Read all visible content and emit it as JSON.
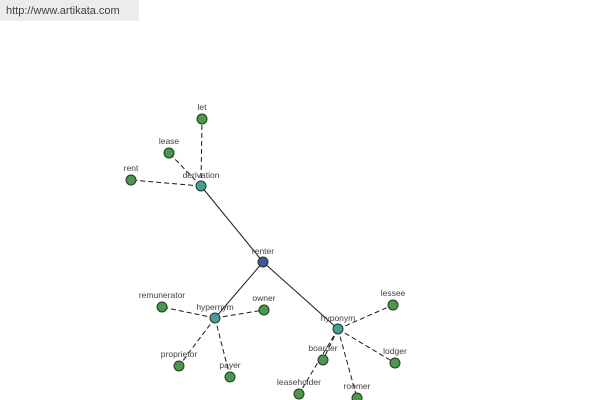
{
  "header": {
    "url": "http://www.artikata.com"
  },
  "colors": {
    "root": "#3f5797",
    "relation": "#4a9a9a",
    "word": "#4e9550"
  },
  "diagram": {
    "nodes": [
      {
        "id": "renter",
        "label": "renter",
        "kind": "root"
      },
      {
        "id": "derivation",
        "label": "derivation",
        "kind": "relation"
      },
      {
        "id": "hypernym",
        "label": "hypernym",
        "kind": "relation"
      },
      {
        "id": "hyponym",
        "label": "hyponym",
        "kind": "relation"
      },
      {
        "id": "let",
        "label": "let",
        "kind": "word"
      },
      {
        "id": "lease",
        "label": "lease",
        "kind": "word"
      },
      {
        "id": "rent",
        "label": "rent",
        "kind": "word"
      },
      {
        "id": "remunerator",
        "label": "remunerator",
        "kind": "word"
      },
      {
        "id": "owner",
        "label": "owner",
        "kind": "word"
      },
      {
        "id": "proprietor",
        "label": "proprietor",
        "kind": "word"
      },
      {
        "id": "payer",
        "label": "payer",
        "kind": "word"
      },
      {
        "id": "lessee",
        "label": "lessee",
        "kind": "word"
      },
      {
        "id": "boarder",
        "label": "boarder",
        "kind": "word"
      },
      {
        "id": "lodger",
        "label": "lodger",
        "kind": "word"
      },
      {
        "id": "leaseholder",
        "label": "leaseholder",
        "kind": "word"
      },
      {
        "id": "roomer",
        "label": "roomer",
        "kind": "word"
      }
    ],
    "edges": [
      {
        "from": "renter",
        "to": "derivation",
        "style": "solid"
      },
      {
        "from": "renter",
        "to": "hypernym",
        "style": "solid"
      },
      {
        "from": "renter",
        "to": "hyponym",
        "style": "solid"
      },
      {
        "from": "derivation",
        "to": "let",
        "style": "dashed"
      },
      {
        "from": "derivation",
        "to": "lease",
        "style": "dashed"
      },
      {
        "from": "derivation",
        "to": "rent",
        "style": "dashed"
      },
      {
        "from": "hypernym",
        "to": "remunerator",
        "style": "dashed"
      },
      {
        "from": "hypernym",
        "to": "owner",
        "style": "dashed"
      },
      {
        "from": "hypernym",
        "to": "proprietor",
        "style": "dashed"
      },
      {
        "from": "hypernym",
        "to": "payer",
        "style": "dashed"
      },
      {
        "from": "hyponym",
        "to": "lessee",
        "style": "dashed"
      },
      {
        "from": "hyponym",
        "to": "boarder",
        "style": "dashed"
      },
      {
        "from": "hyponym",
        "to": "lodger",
        "style": "dashed"
      },
      {
        "from": "hyponym",
        "to": "leaseholder",
        "style": "dashed"
      },
      {
        "from": "hyponym",
        "to": "roomer",
        "style": "dashed"
      }
    ]
  }
}
